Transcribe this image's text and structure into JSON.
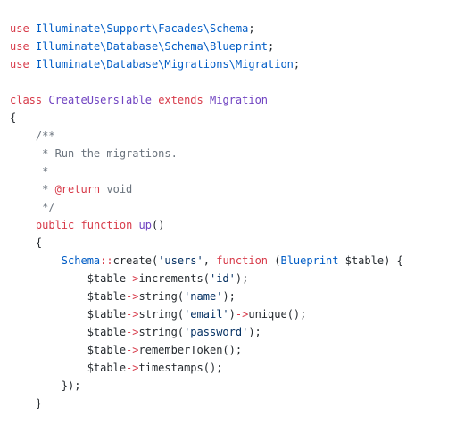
{
  "lines": [
    [
      {
        "t": "use",
        "c": "keyword"
      },
      {
        "t": " ",
        "c": "plain"
      },
      {
        "t": "Illuminate\\Support\\Facades\\Schema",
        "c": "type"
      },
      {
        "t": ";",
        "c": "plain"
      }
    ],
    [
      {
        "t": "use",
        "c": "keyword"
      },
      {
        "t": " ",
        "c": "plain"
      },
      {
        "t": "Illuminate\\Database\\Schema\\Blueprint",
        "c": "type"
      },
      {
        "t": ";",
        "c": "plain"
      }
    ],
    [
      {
        "t": "use",
        "c": "keyword"
      },
      {
        "t": " ",
        "c": "plain"
      },
      {
        "t": "Illuminate\\Database\\Migrations\\Migration",
        "c": "type"
      },
      {
        "t": ";",
        "c": "plain"
      }
    ],
    [],
    [
      {
        "t": "class",
        "c": "keyword"
      },
      {
        "t": " ",
        "c": "plain"
      },
      {
        "t": "CreateUsersTable",
        "c": "class"
      },
      {
        "t": " ",
        "c": "plain"
      },
      {
        "t": "extends",
        "c": "keyword"
      },
      {
        "t": " ",
        "c": "plain"
      },
      {
        "t": "Migration",
        "c": "class"
      }
    ],
    [
      {
        "t": "{",
        "c": "plain"
      }
    ],
    [
      {
        "t": "    /**",
        "c": "comment"
      }
    ],
    [
      {
        "t": "     * Run the migrations.",
        "c": "comment"
      }
    ],
    [
      {
        "t": "     *",
        "c": "comment"
      }
    ],
    [
      {
        "t": "     * ",
        "c": "comment"
      },
      {
        "t": "@return",
        "c": "doctag"
      },
      {
        "t": " void",
        "c": "comment"
      }
    ],
    [
      {
        "t": "     */",
        "c": "comment"
      }
    ],
    [
      {
        "t": "    ",
        "c": "plain"
      },
      {
        "t": "public",
        "c": "keyword"
      },
      {
        "t": " ",
        "c": "plain"
      },
      {
        "t": "function",
        "c": "keyword"
      },
      {
        "t": " ",
        "c": "plain"
      },
      {
        "t": "up",
        "c": "func"
      },
      {
        "t": "()",
        "c": "plain"
      }
    ],
    [
      {
        "t": "    {",
        "c": "plain"
      }
    ],
    [
      {
        "t": "        ",
        "c": "plain"
      },
      {
        "t": "Schema",
        "c": "type"
      },
      {
        "t": "::",
        "c": "op"
      },
      {
        "t": "create(",
        "c": "plain"
      },
      {
        "t": "'users'",
        "c": "string"
      },
      {
        "t": ", ",
        "c": "plain"
      },
      {
        "t": "function",
        "c": "keyword"
      },
      {
        "t": " (",
        "c": "plain"
      },
      {
        "t": "Blueprint",
        "c": "type"
      },
      {
        "t": " $table) {",
        "c": "plain"
      }
    ],
    [
      {
        "t": "            $table",
        "c": "plain"
      },
      {
        "t": "->",
        "c": "op"
      },
      {
        "t": "increments(",
        "c": "plain"
      },
      {
        "t": "'id'",
        "c": "string"
      },
      {
        "t": ");",
        "c": "plain"
      }
    ],
    [
      {
        "t": "            $table",
        "c": "plain"
      },
      {
        "t": "->",
        "c": "op"
      },
      {
        "t": "string(",
        "c": "plain"
      },
      {
        "t": "'name'",
        "c": "string"
      },
      {
        "t": ");",
        "c": "plain"
      }
    ],
    [
      {
        "t": "            $table",
        "c": "plain"
      },
      {
        "t": "->",
        "c": "op"
      },
      {
        "t": "string(",
        "c": "plain"
      },
      {
        "t": "'email'",
        "c": "string"
      },
      {
        "t": ")",
        "c": "plain"
      },
      {
        "t": "->",
        "c": "op"
      },
      {
        "t": "unique();",
        "c": "plain"
      }
    ],
    [
      {
        "t": "            $table",
        "c": "plain"
      },
      {
        "t": "->",
        "c": "op"
      },
      {
        "t": "string(",
        "c": "plain"
      },
      {
        "t": "'password'",
        "c": "string"
      },
      {
        "t": ");",
        "c": "plain"
      }
    ],
    [
      {
        "t": "            $table",
        "c": "plain"
      },
      {
        "t": "->",
        "c": "op"
      },
      {
        "t": "rememberToken();",
        "c": "plain"
      }
    ],
    [
      {
        "t": "            $table",
        "c": "plain"
      },
      {
        "t": "->",
        "c": "op"
      },
      {
        "t": "timestamps();",
        "c": "plain"
      }
    ],
    [
      {
        "t": "        });",
        "c": "plain"
      }
    ],
    [
      {
        "t": "    }",
        "c": "plain"
      }
    ]
  ]
}
